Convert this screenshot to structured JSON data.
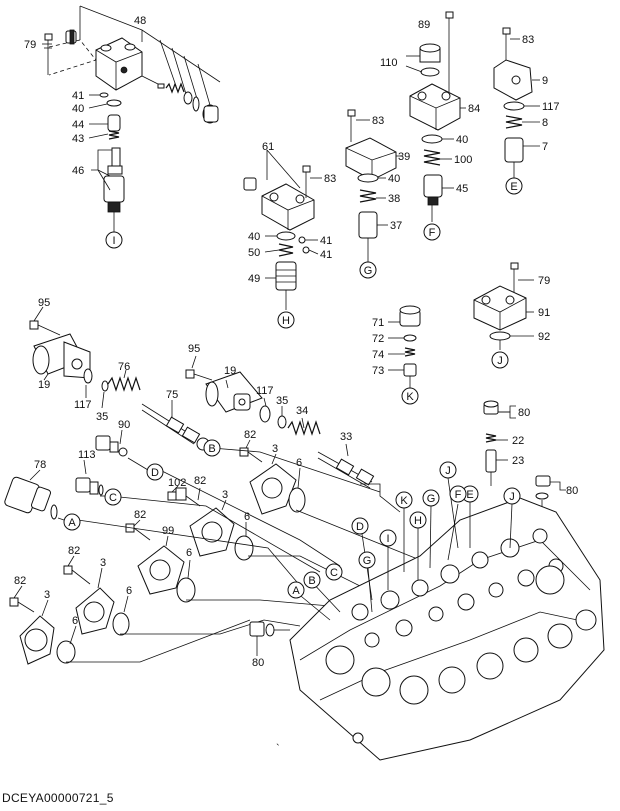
{
  "caption": "DCEYA00000721_5",
  "numbers": {
    "n48": "48",
    "n79a": "79",
    "n41a": "41",
    "n40a": "40",
    "n44": "44",
    "n43": "43",
    "n46": "46",
    "n61": "61",
    "n83a": "83",
    "n40b": "40",
    "n41b": "41",
    "n41c": "41",
    "n50": "50",
    "n49": "49",
    "n83b": "83",
    "n39": "39",
    "n40c": "40",
    "n38": "38",
    "n37": "37",
    "n89": "89",
    "n110": "110",
    "n84": "84",
    "n40d": "40",
    "n100": "100",
    "n45": "45",
    "n83c": "83",
    "n9": "9",
    "n117a": "117",
    "n8": "8",
    "n7": "7",
    "n95a": "95",
    "n19a": "19",
    "n117b": "117",
    "n35a": "35",
    "n76": "76",
    "n75": "75",
    "n95b": "95",
    "n19b": "19",
    "n117c": "117",
    "n35b": "35",
    "n34": "34",
    "n33": "33",
    "n71": "71",
    "n72": "72",
    "n74": "74",
    "n73": "73",
    "n79b": "79",
    "n91": "91",
    "n92": "92",
    "n90": "90",
    "n113": "113",
    "n78": "78",
    "n82a": "82",
    "n3a": "3",
    "n6a": "6",
    "n102": "102",
    "n82b": "82",
    "n3b": "3",
    "n6b": "6",
    "n82c": "82",
    "n99": "99",
    "n6c": "6",
    "n82d": "82",
    "n3c": "3",
    "n6d": "6",
    "n82e": "82",
    "n3d": "3",
    "n6e": "6",
    "n80a": "80",
    "n22": "22",
    "n23": "23",
    "n80b": "80",
    "n80c": "80"
  },
  "letters": {
    "I1": "I",
    "H1": "H",
    "G1": "G",
    "F1": "F",
    "E1": "E",
    "K1": "K",
    "J1": "J",
    "B1": "B",
    "D1": "D",
    "C1": "C",
    "A1": "A",
    "J2": "J",
    "E2": "E",
    "F2": "F",
    "G2": "G",
    "K2": "K",
    "H2": "H",
    "I2": "I",
    "D2": "D",
    "J3": "J",
    "C2": "C",
    "G3": "G",
    "B2": "B",
    "A2": "A"
  }
}
